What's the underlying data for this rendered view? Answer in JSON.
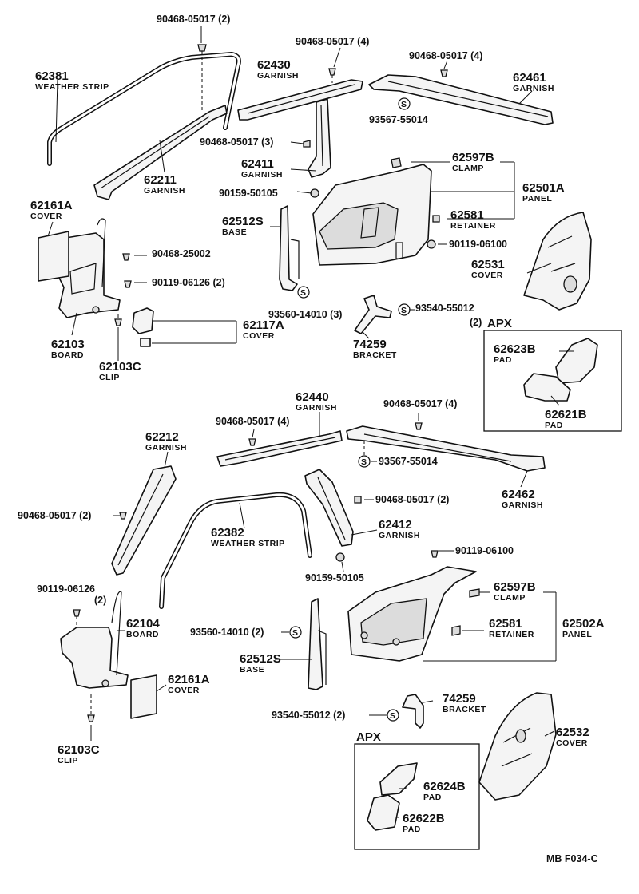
{
  "parts": {
    "p_90468_05017_2_top": "90468-05017 (2)",
    "p_90468_05017_4_a": "90468-05017 (4)",
    "p_90468_05017_4_b": "90468-05017 (4)",
    "p_62381": "62381",
    "p_62381_name": "WEATHER STRIP",
    "p_62430": "62430",
    "p_62430_name": "GARNISH",
    "p_62461": "62461",
    "p_62461_name": "GARNISH",
    "p_93567_55014_a": "93567-55014",
    "p_90468_05017_3": "90468-05017 (3)",
    "p_62211": "62211",
    "p_62211_name": "GARNISH",
    "p_62411": "62411",
    "p_62411_name": "GARNISH",
    "p_62597B_a": "62597B",
    "p_clamp_a": "CLAMP",
    "p_62501A": "62501A",
    "p_panel_a": "PANEL",
    "p_90159_50105_a": "90159-50105",
    "p_62161A_a": "62161A",
    "p_cover_a": "COVER",
    "p_62512S_a": "62512S",
    "p_base_a": "BASE",
    "p_62581_a": "62581",
    "p_retainer_a": "RETAINER",
    "p_90468_25002": "90468-25002",
    "p_90119_06100_a": "90119-06100",
    "p_62531": "62531",
    "p_62531_name": "COVER",
    "p_90119_06126_a": "90119-06126 (2)",
    "p_93560_14010_3": "93560-14010 (3)",
    "p_93540_55012_a": "93540-55012",
    "p_93540_55012_a_qty": "(2)",
    "p_62117A": "62117A",
    "p_62117A_name": "COVER",
    "p_62103": "62103",
    "p_62103_name": "BOARD",
    "p_74259_a": "74259",
    "p_bracket_a": "BRACKET",
    "p_62103C_a": "62103C",
    "p_clip_a": "CLIP",
    "apx_a": "APX",
    "p_62623B": "62623B",
    "p_pad_623": "PAD",
    "p_62621B": "62621B",
    "p_pad_621": "PAD",
    "p_62440": "62440",
    "p_62440_name": "GARNISH",
    "p_90468_05017_4_c": "90468-05017 (4)",
    "p_90468_05017_4_d": "90468-05017 (4)",
    "p_62212": "62212",
    "p_62212_name": "GARNISH",
    "p_93567_55014_b": "93567-55014",
    "p_62462": "62462",
    "p_62462_name": "GARNISH",
    "p_90468_05017_2_left": "90468-05017 (2)",
    "p_90468_05017_2_right": "90468-05017 (2)",
    "p_62382": "62382",
    "p_62382_name": "WEATHER STRIP",
    "p_62412": "62412",
    "p_62412_name": "GARNISH",
    "p_90119_06100_b": "90119-06100",
    "p_90159_50105_b": "90159-50105",
    "p_90119_06126_b": "90119-06126",
    "p_90119_06126_b_qty": "(2)",
    "p_62597B_b": "62597B",
    "p_clamp_b": "CLAMP",
    "p_62104": "62104",
    "p_62104_name": "BOARD",
    "p_93560_14010_2": "93560-14010 (2)",
    "p_62581_b": "62581",
    "p_retainer_b": "RETAINER",
    "p_62502A": "62502A",
    "p_panel_b": "PANEL",
    "p_62512S_b": "62512S",
    "p_base_b": "BASE",
    "p_62161A_b": "62161A",
    "p_cover_b": "COVER",
    "p_74259_b": "74259",
    "p_bracket_b": "BRACKET",
    "p_93540_55012_b": "93540-55012 (2)",
    "p_62532": "62532",
    "p_62532_name": "COVER",
    "p_62103C_b": "62103C",
    "p_clip_b": "CLIP",
    "apx_b": "APX",
    "p_62624B": "62624B",
    "p_pad_624": "PAD",
    "p_62622B": "62622B",
    "p_pad_622": "PAD",
    "footer_code": "MB  F034-C"
  },
  "symbols": {
    "s_mark": "S"
  }
}
